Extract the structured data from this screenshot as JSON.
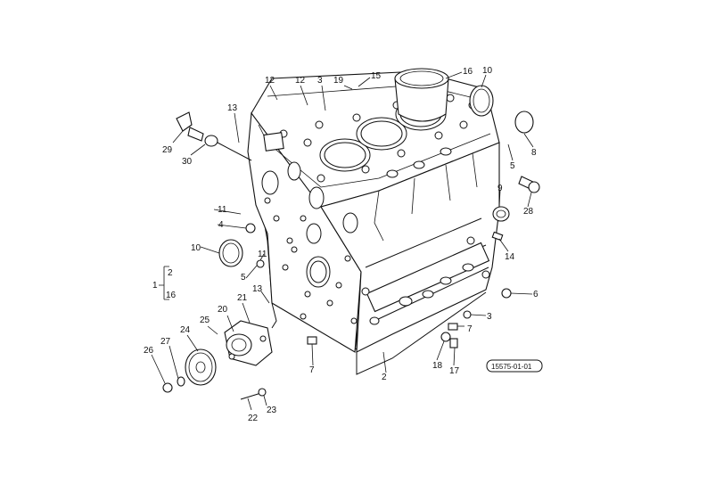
{
  "diagram": {
    "reference_code": "15575-01-01",
    "callouts": {
      "c1": "1",
      "c1_2": "2",
      "c1_16": "16",
      "c2": "2",
      "c3a": "3",
      "c3b": "3",
      "c4": "4",
      "c5a": "5",
      "c5b": "5",
      "c6": "6",
      "c7a": "7",
      "c7b": "7",
      "c8": "8",
      "c9": "9",
      "c10a": "10",
      "c10b": "10",
      "c11a": "11",
      "c11b": "11",
      "c12a": "12",
      "c12b": "12",
      "c13a": "13",
      "c13b": "13",
      "c14": "14",
      "c15": "15",
      "c16": "16",
      "c17": "17",
      "c18": "18",
      "c19": "19",
      "c20": "20",
      "c21": "21",
      "c22": "22",
      "c23": "23",
      "c24": "24",
      "c25": "25",
      "c26": "26",
      "c27": "27",
      "c28": "28",
      "c29": "29",
      "c30": "30"
    }
  }
}
